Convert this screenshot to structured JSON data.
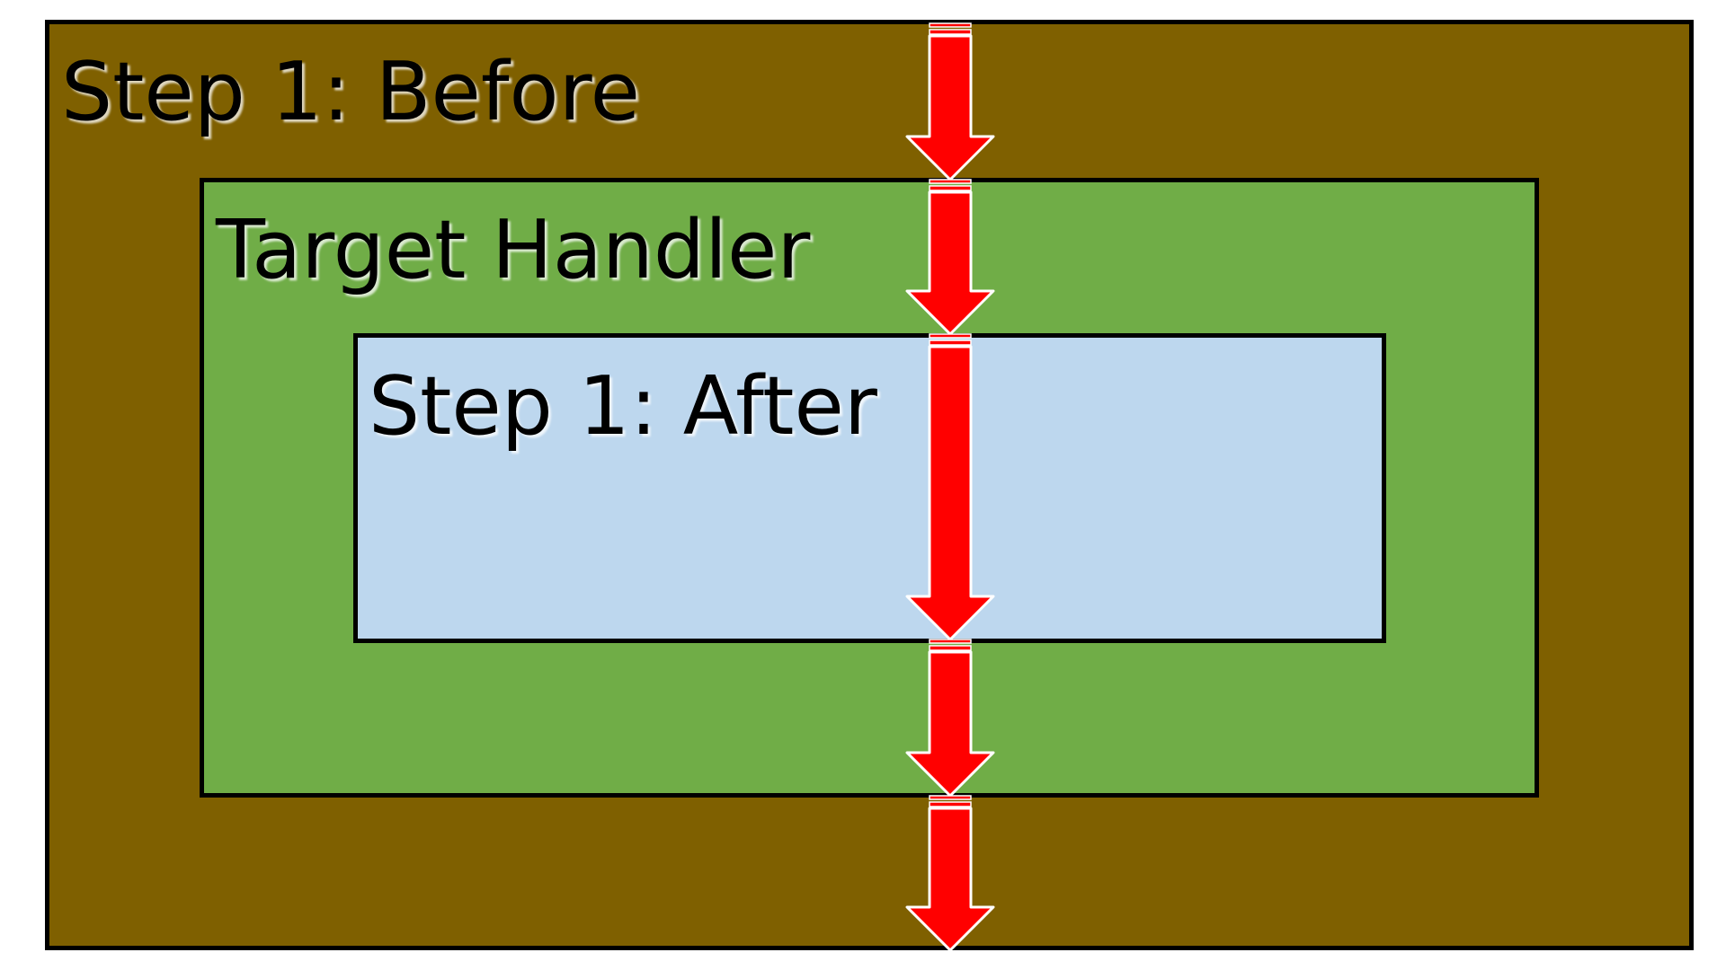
{
  "diagram": {
    "boxes": [
      {
        "id": "outer",
        "label": "Step 1: Before",
        "fill": "#7f6000"
      },
      {
        "id": "middle",
        "label": "Target Handler",
        "fill": "#70ad47"
      },
      {
        "id": "inner",
        "label": "Step 1: After",
        "fill": "#bdd7ee"
      }
    ],
    "arrow_color": "#ff0000",
    "arrow_outline": "#ffffff",
    "arrow_count": 5
  }
}
